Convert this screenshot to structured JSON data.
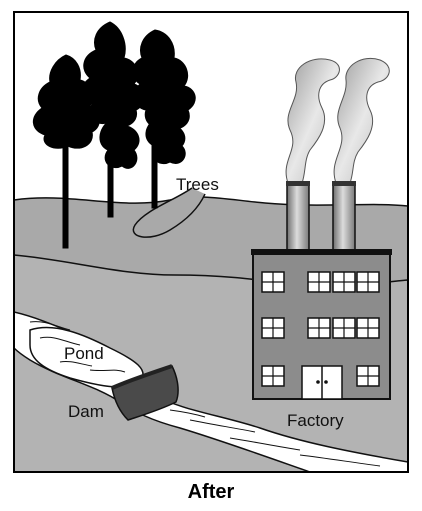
{
  "labels": {
    "trees": "Trees",
    "pond": "Pond",
    "dam": "Dam",
    "factory": "Factory"
  },
  "caption": "After",
  "colors": {
    "sky": "#ffffff",
    "ground": "#a9a9a9",
    "field": "#b3b3b3",
    "water": "#ffffff",
    "dam": "#4a4a4a",
    "building": "#8c8c8c",
    "tree": "#000000",
    "smoke": "#bdbdbd"
  },
  "factory": {
    "window_rows": 3,
    "window_cols": 4
  }
}
